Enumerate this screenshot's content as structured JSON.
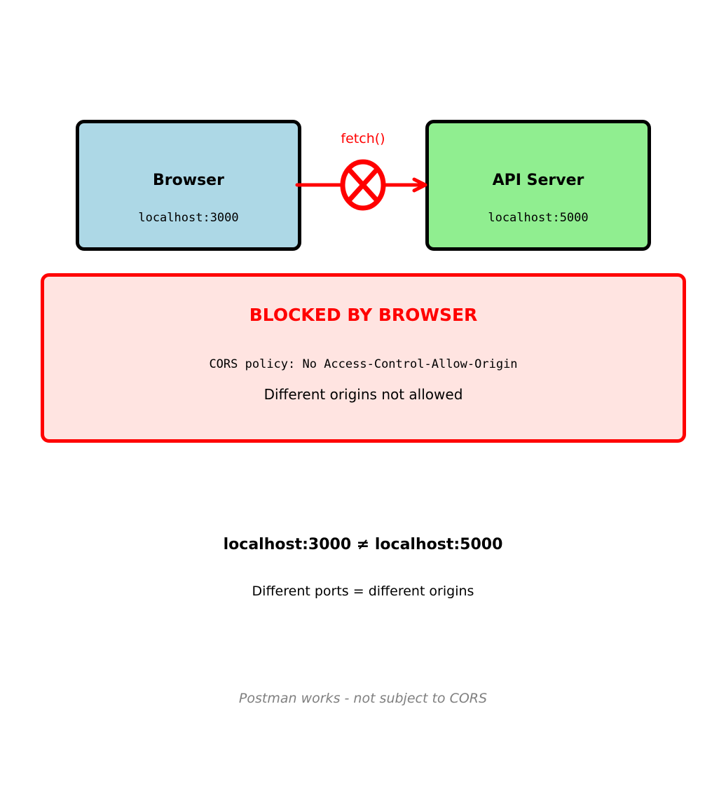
{
  "browser": {
    "title": "Browser",
    "origin": "localhost:3000",
    "fill": "#add8e6"
  },
  "api_server": {
    "title": "API Server",
    "origin": "localhost:5000",
    "fill": "#90ee90"
  },
  "request": {
    "label": "fetch()",
    "status_icon": "blocked-x-circle-icon",
    "color": "#ff0000"
  },
  "blocked_panel": {
    "title": "BLOCKED BY BROWSER",
    "policy": "CORS policy: No Access-Control-Allow-Origin",
    "note": "Different origins not allowed",
    "fill": "#ffe4e1",
    "border": "#ff0000"
  },
  "comparison": {
    "line": "localhost:3000 ≠ localhost:5000",
    "note": "Different ports = different origins"
  },
  "footnote": {
    "text": "Postman works - not subject to CORS",
    "color": "#808080"
  }
}
